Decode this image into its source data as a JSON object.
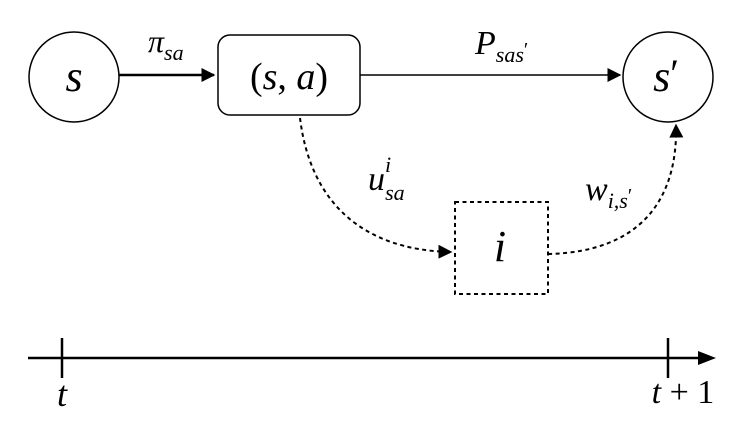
{
  "nodes": {
    "s": {
      "label": "s"
    },
    "sa": {
      "open": "(",
      "s": "s",
      "comma": ", ",
      "a": "a",
      "close": ")"
    },
    "s_prime": {
      "label": "s",
      "prime": "′"
    },
    "i": {
      "label": "i"
    }
  },
  "edges": {
    "pi": {
      "base": "π",
      "sub": "sa"
    },
    "P": {
      "base": "P",
      "sub": "sas",
      "sub_prime": "′"
    },
    "u": {
      "base": "u",
      "sup": "i",
      "sub": "sa"
    },
    "w": {
      "base": "w",
      "sub": "i,s",
      "sub_prime": "′"
    }
  },
  "timeline": {
    "t": "t",
    "t1_var": "t",
    "t1_rest": " + 1"
  },
  "colors": {
    "ink": "#000000",
    "background": "#ffffff"
  }
}
